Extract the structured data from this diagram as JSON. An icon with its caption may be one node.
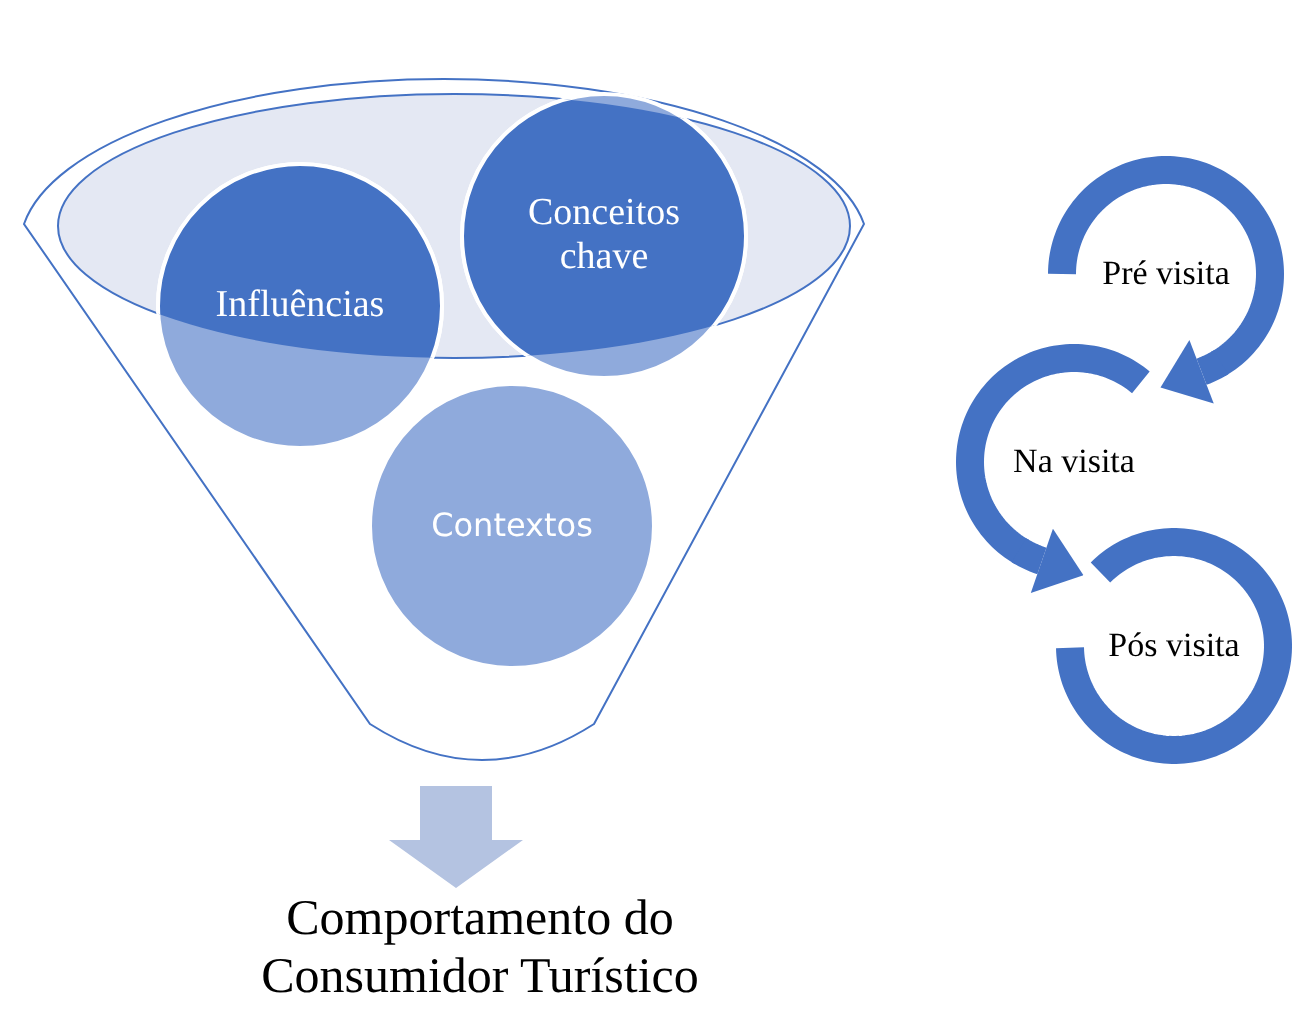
{
  "diagram": {
    "nodes": [
      {
        "text": [],
        "shape": "funnel"
      },
      {
        "text": [
          "Influências"
        ],
        "in": 0
      },
      {
        "text": [
          "Conceitos chave"
        ],
        "in": 0
      },
      {
        "text": [
          "Contextos"
        ],
        "in": 0
      },
      {
        "text": [
          "Comportamento do Consumidor Turístico"
        ]
      },
      {
        "text": [
          "Pré visita"
        ]
      },
      {
        "text": [
          "Na visita"
        ]
      },
      {
        "text": [
          "Pós visita"
        ]
      }
    ],
    "edges": [
      {
        "from": 0,
        "to": 4,
        "arrow": "to",
        "style": "thick",
        "color": "#b4c3e1"
      },
      {
        "from": 5,
        "to": 6,
        "arrow": "to"
      },
      {
        "from": 6,
        "to": 7,
        "arrow": "to"
      }
    ]
  }
}
